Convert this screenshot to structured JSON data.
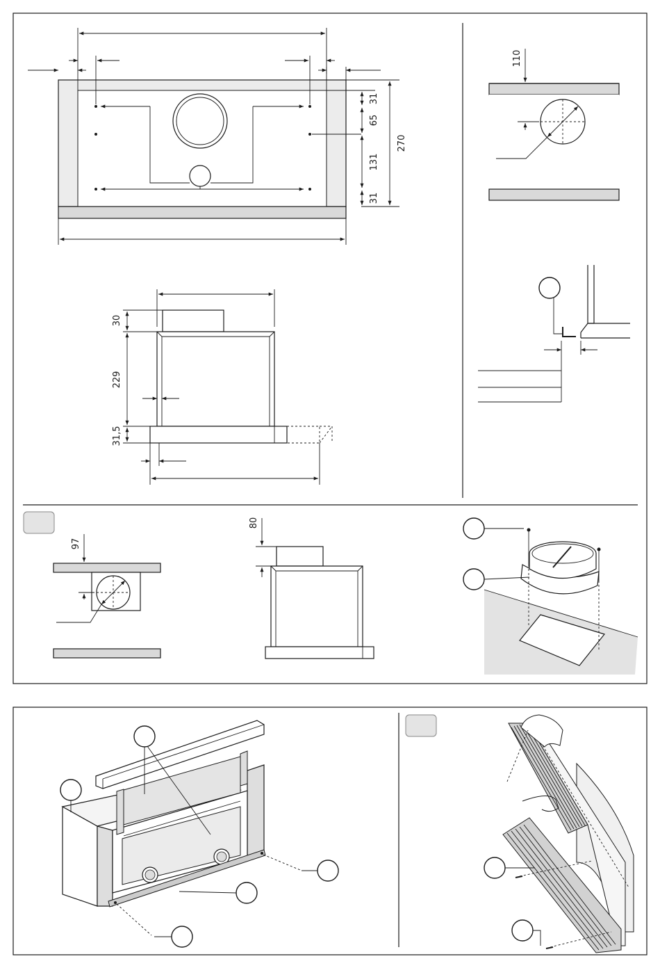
{
  "top_section": {
    "front_view": {
      "dims": {
        "d31_top": "31",
        "d65": "65",
        "d131": "131",
        "d31_bottom": "31",
        "d270": "270"
      }
    },
    "side_view": {
      "dims": {
        "d30": "30",
        "d229": "229",
        "d31_5": "31,5"
      }
    },
    "detail_top_right": {
      "dims": {
        "d110": "110"
      }
    },
    "bottom_row": {
      "dims": {
        "d97": "97",
        "d80": "80"
      }
    }
  },
  "colors": {
    "line": "#1a1a1a",
    "panel_fill": "#d9d9d9",
    "light_fill": "#ececec",
    "tag_fill": "#e4e4e4"
  }
}
